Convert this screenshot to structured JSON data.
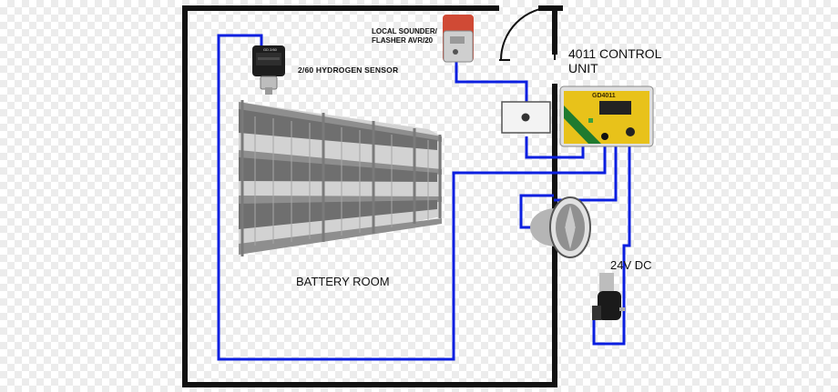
{
  "labels": {
    "hydrogen_sensor": "2/60 HYDROGEN  SENSOR",
    "sounder_line1": "LOCAL SOUNDER/",
    "sounder_line2": "FLASHER AVR/20",
    "control_line1": "4011 CONTROL",
    "control_line2": "UNIT",
    "battery_room": "BATTERY ROOM",
    "power_supply": "24V DC",
    "control_unit_badge": "GD4011",
    "sensor_badge": "GD 2/60"
  },
  "colors": {
    "wall": "#111111",
    "wire": "#0b1fe0",
    "control_unit_face": "#e8c21a",
    "control_unit_stripe": "#1f7a2f",
    "sounder_red": "#d04a35",
    "rack_metal": "#8a8a8a"
  }
}
